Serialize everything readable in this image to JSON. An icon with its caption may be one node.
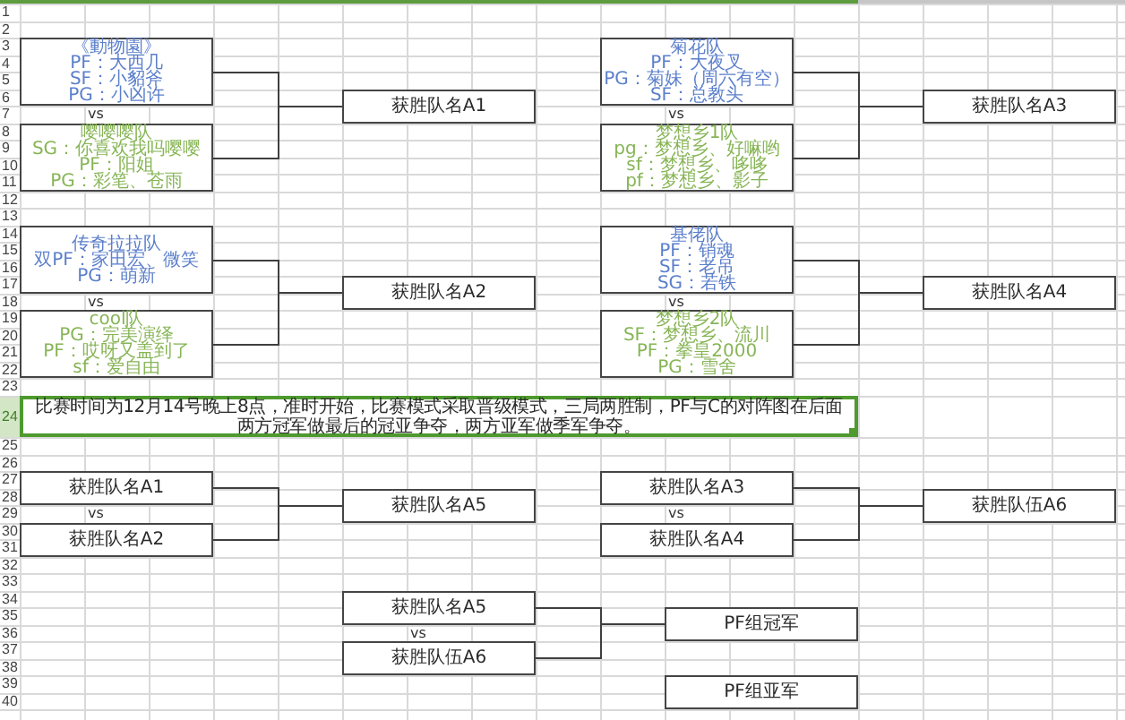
{
  "diagram": {
    "nodes": [
      {
        "text": [
          "《動物園》",
          "PF：大西几",
          "SF：小貂斧",
          "PG：小凶许"
        ]
      },
      {
        "text": [
          "菊花队",
          "PF：大夜叉",
          "PG：菊妹（周六有空）",
          "SF：总教头"
        ]
      },
      {
        "text": [
          "获胜队名A1"
        ]
      },
      {
        "text": [
          "获胜队名A3"
        ]
      },
      {
        "text": [
          "嘤嘤嘤队",
          "SG：你喜欢我吗嘤嘤",
          "PF：阳姐",
          "PG：彩笔、苍雨"
        ]
      },
      {
        "text": [
          "梦想乡1队",
          "pg：梦想乡、好嘛哟",
          "sf：梦想乡、哆哆",
          "pf：梦想乡、影子"
        ]
      },
      {
        "text": [
          "传奇拉拉队",
          "双PF：家田宏、微笑",
          "PG：萌新"
        ]
      },
      {
        "text": [
          "基佬队",
          "PF：销魂",
          "SF：老吊",
          "SG：若铁"
        ]
      },
      {
        "text": [
          "获胜队名A2"
        ]
      },
      {
        "text": [
          "获胜队名A4"
        ]
      },
      {
        "text": [
          "cool队",
          "PG：完美演绎",
          "PF：哎呀又盖到了",
          "sf：爱自由"
        ]
      },
      {
        "text": [
          "梦想乡2队",
          "SF：梦想乡、流川",
          "PF：拳皇2000",
          "PG：雪舍"
        ]
      },
      {
        "text": [
          "比赛时间为12月14号晚上8点，准时开始，比赛模式采取晋级模式，三局两胜制，PF与C的对阵图在后面",
          "两方冠军做最后的冠亚争夺，两方亚军做季军争夺。"
        ]
      },
      {
        "text": [
          "获胜队名A1"
        ]
      },
      {
        "text": [
          "获胜队名A3"
        ]
      },
      {
        "text": [
          "获胜队名A5"
        ]
      },
      {
        "text": [
          "获胜队伍A6"
        ]
      },
      {
        "text": [
          "获胜队名A2"
        ]
      },
      {
        "text": [
          "获胜队名A4"
        ]
      },
      {
        "text": [
          "获胜队名A5"
        ]
      },
      {
        "text": [
          "PF组冠军"
        ]
      },
      {
        "text": [
          "获胜队伍A6"
        ]
      },
      {
        "text": [
          "PF组亚军"
        ]
      }
    ],
    "edges": [
      {
        "from": 0,
        "to": 2,
        "arrow": "none"
      },
      {
        "from": 4,
        "to": 2,
        "arrow": "none"
      },
      {
        "from": 1,
        "to": 3,
        "arrow": "none"
      },
      {
        "from": 5,
        "to": 3,
        "arrow": "none"
      },
      {
        "from": 6,
        "to": 8,
        "arrow": "none"
      },
      {
        "from": 10,
        "to": 8,
        "arrow": "none"
      },
      {
        "from": 7,
        "to": 9,
        "arrow": "none"
      },
      {
        "from": 11,
        "to": 9,
        "arrow": "none"
      },
      {
        "from": 13,
        "to": 15,
        "arrow": "none"
      },
      {
        "from": 17,
        "to": 15,
        "arrow": "none"
      },
      {
        "from": 14,
        "to": 16,
        "arrow": "none"
      },
      {
        "from": 18,
        "to": 16,
        "arrow": "none"
      },
      {
        "from": 19,
        "to": 20,
        "arrow": "none"
      },
      {
        "from": 21,
        "to": 20,
        "arrow": "none"
      }
    ],
    "labels": [
      "1",
      "2",
      "3",
      "4",
      "5",
      "6",
      "7",
      "vs",
      "vs",
      "8",
      "9",
      "10",
      "11",
      "12",
      "13",
      "14",
      "15",
      "16",
      "17",
      "18",
      "vs",
      "vs",
      "19",
      "20",
      "21",
      "22",
      "23",
      "24",
      "25",
      "26",
      "27",
      "28",
      "29",
      "vs",
      "vs",
      "30",
      "31",
      "32",
      "33",
      "34",
      "35",
      "36",
      "vs",
      "37",
      "38",
      "39",
      "40"
    ]
  }
}
